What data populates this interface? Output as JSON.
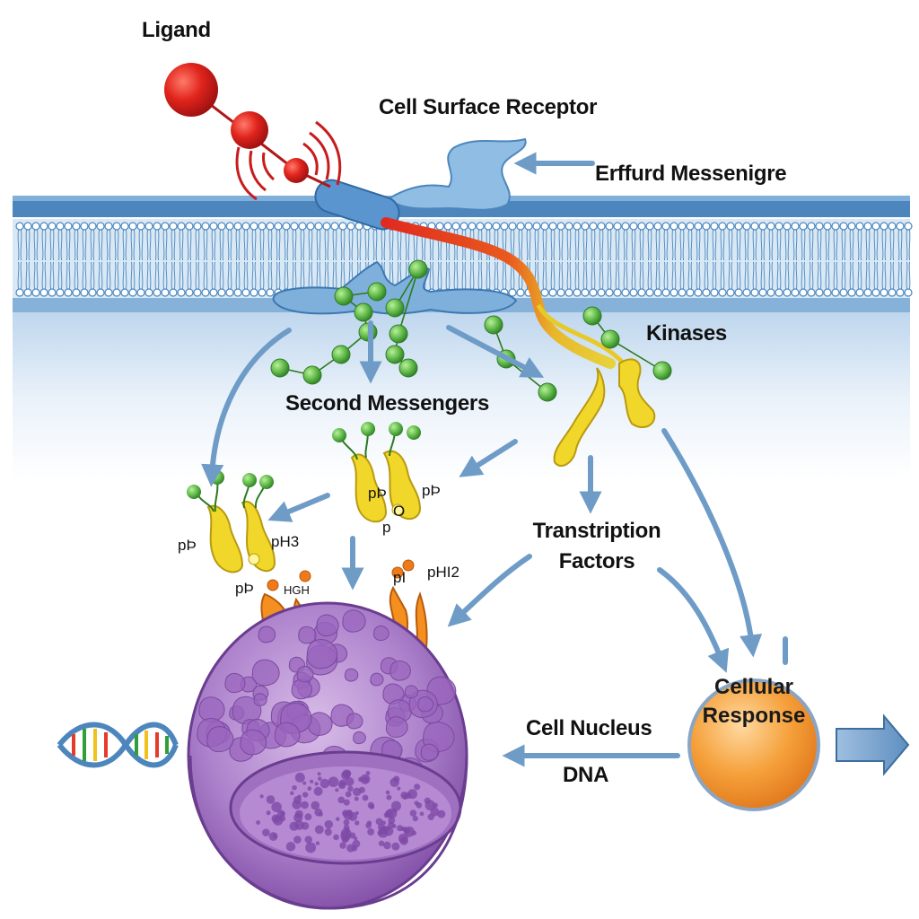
{
  "labels": {
    "ligand": "Ligand",
    "receptor": "Cell Surface Receptor",
    "messenger": "Erffurd Messenigre",
    "kinases": "Kinases",
    "second_messengers": "Second Messengers",
    "transcription_line1": "Transtription",
    "transcription_line2": "Factors",
    "nucleus": "Cell Nucleus",
    "dna": "DNA",
    "response_line1": "Cellular",
    "response_line2": "Response"
  },
  "phospho_labels": [
    "pÞ",
    "pH3",
    "pÞ",
    "pÞ",
    "pÞ",
    "O",
    "p",
    "pI",
    "pHI2",
    "HGH"
  ],
  "colors": {
    "membrane": "#5f97c9",
    "arrow": "#6f9cc7",
    "ligand": "#d42020",
    "messenger_dot": "#5cb545",
    "kinase": "#f0d21e",
    "factor": "#f08a1e",
    "nucleus": "#8f5bb3",
    "response": "#f39a2c"
  }
}
